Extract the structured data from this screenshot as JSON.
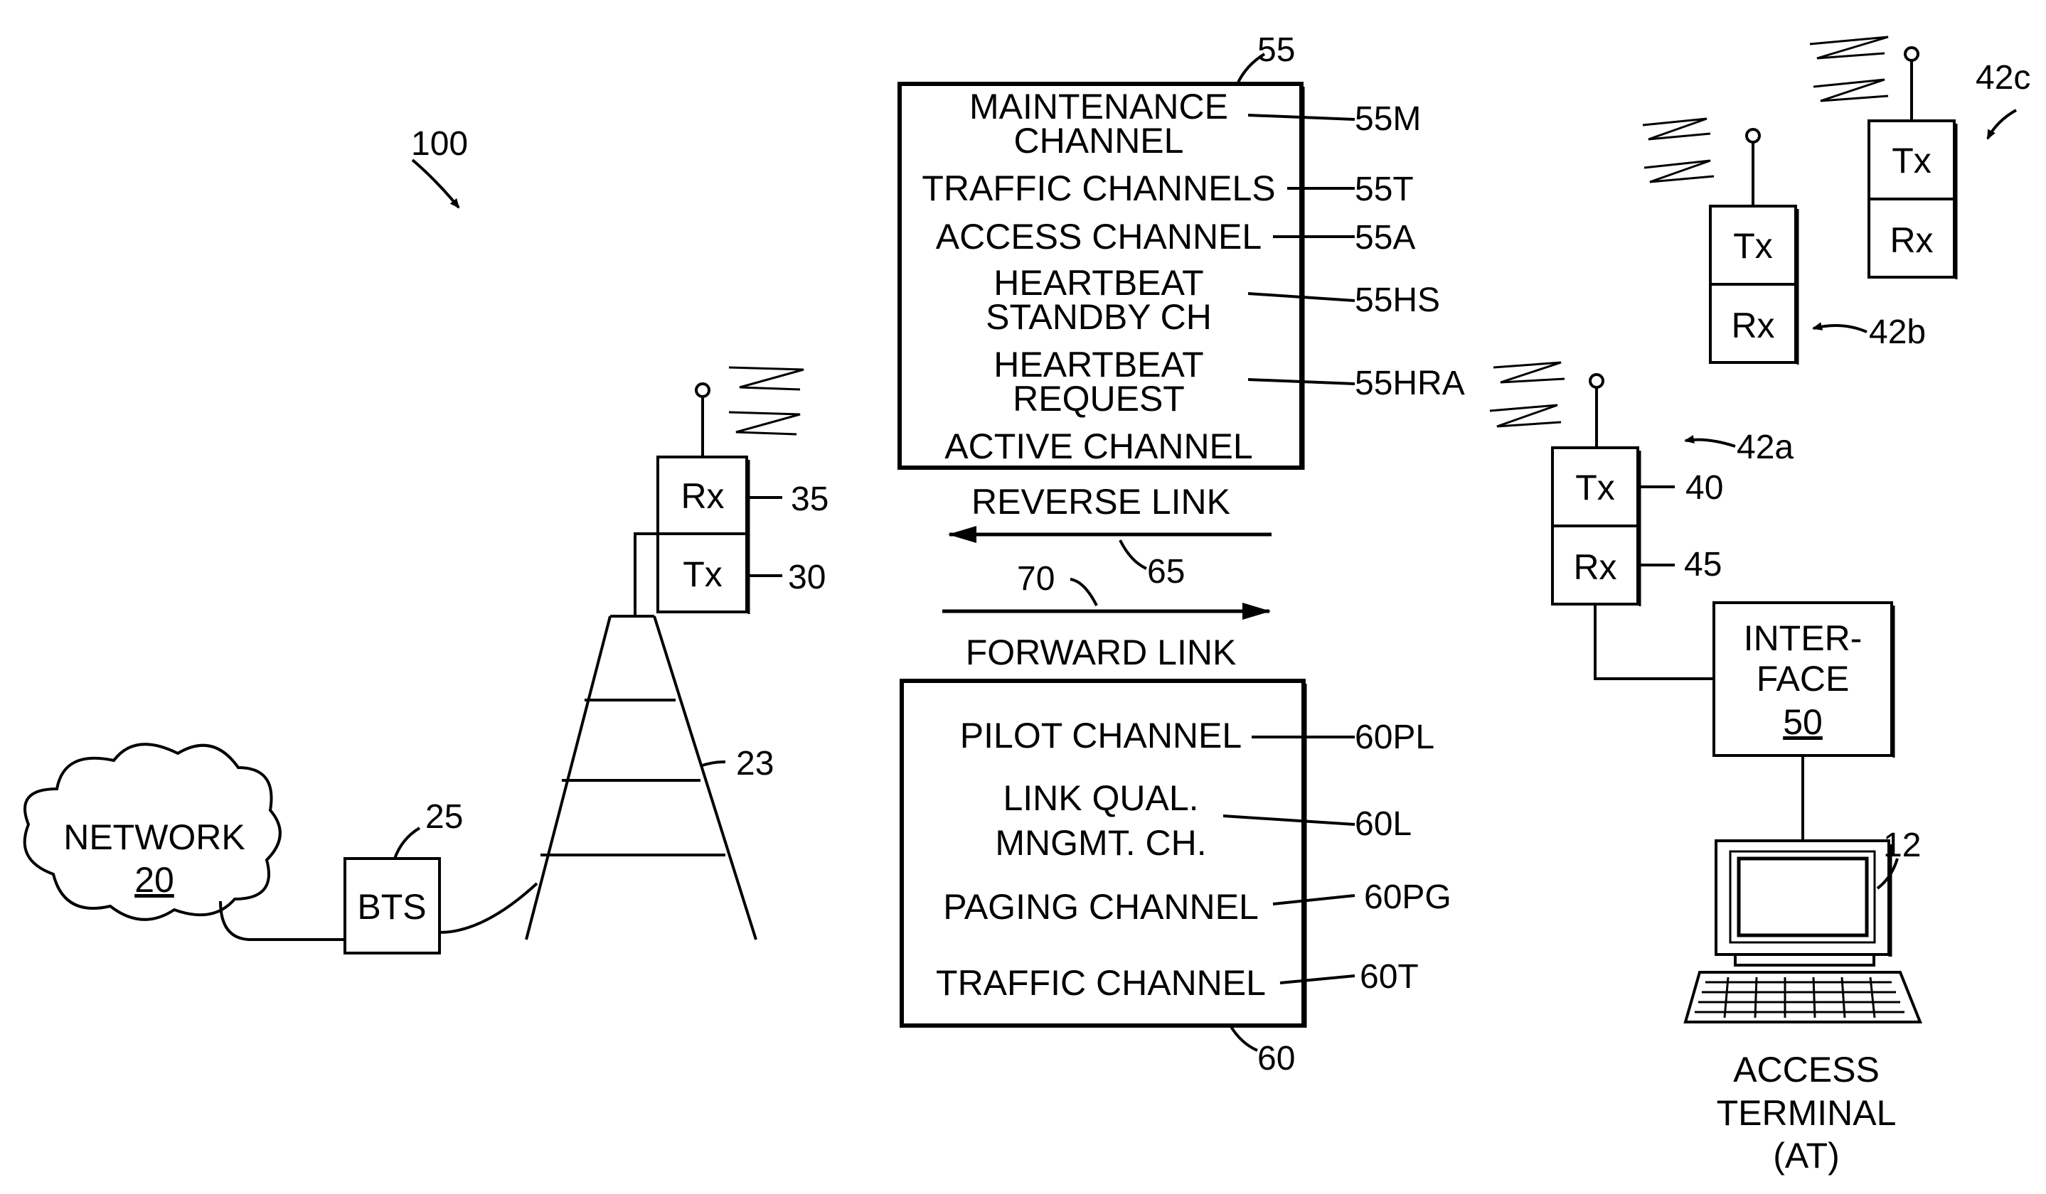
{
  "figure_number": "100",
  "reverse_block": {
    "ref": "55",
    "rows": [
      {
        "lines": [
          "MAINTENANCE",
          "CHANNEL"
        ],
        "ref": "55M"
      },
      {
        "lines": [
          "TRAFFIC CHANNELS"
        ],
        "ref": "55T"
      },
      {
        "lines": [
          "ACCESS CHANNEL"
        ],
        "ref": "55A"
      },
      {
        "lines": [
          "HEARTBEAT",
          "STANDBY CH"
        ],
        "ref": "55HS"
      },
      {
        "lines": [
          "HEARTBEAT",
          "REQUEST"
        ],
        "ref": "55HRA"
      },
      {
        "lines": [
          "ACTIVE CHANNEL"
        ],
        "ref": ""
      }
    ]
  },
  "forward_block": {
    "ref": "60",
    "rows": [
      {
        "lines": [
          "PILOT CHANNEL"
        ],
        "ref": "60PL"
      },
      {
        "lines": [
          "LINK QUAL.",
          "MNGMT. CH."
        ],
        "ref": "60L"
      },
      {
        "lines": [
          "PAGING CHANNEL"
        ],
        "ref": "60PG"
      },
      {
        "lines": [
          "TRAFFIC CHANNEL"
        ],
        "ref": "60T"
      }
    ]
  },
  "links": {
    "reverse_label": "REVERSE LINK",
    "reverse_ref": "65",
    "forward_label": "FORWARD LINK",
    "forward_ref": "70"
  },
  "base_station": {
    "rx_label": "Rx",
    "rx_ref": "35",
    "tx_label": "Tx",
    "tx_ref": "30",
    "tower_ref": "23",
    "bts_label": "BTS",
    "bts_ref": "25"
  },
  "network": {
    "label": "NETWORK",
    "number": "20"
  },
  "terminal_42a": {
    "ref": "42a",
    "tx_label": "Tx",
    "tx_ref": "40",
    "rx_label": "Rx",
    "rx_ref": "45"
  },
  "terminal_42b": {
    "ref": "42b",
    "tx_label": "Tx",
    "rx_label": "Rx"
  },
  "terminal_42c": {
    "ref": "42c",
    "tx_label": "Tx",
    "rx_label": "Rx"
  },
  "interface": {
    "lines": [
      "INTER-",
      "FACE"
    ],
    "number": "50"
  },
  "computer": {
    "ref": "12"
  },
  "access_terminal": {
    "lines": [
      "ACCESS",
      "TERMINAL",
      "(AT)"
    ]
  }
}
